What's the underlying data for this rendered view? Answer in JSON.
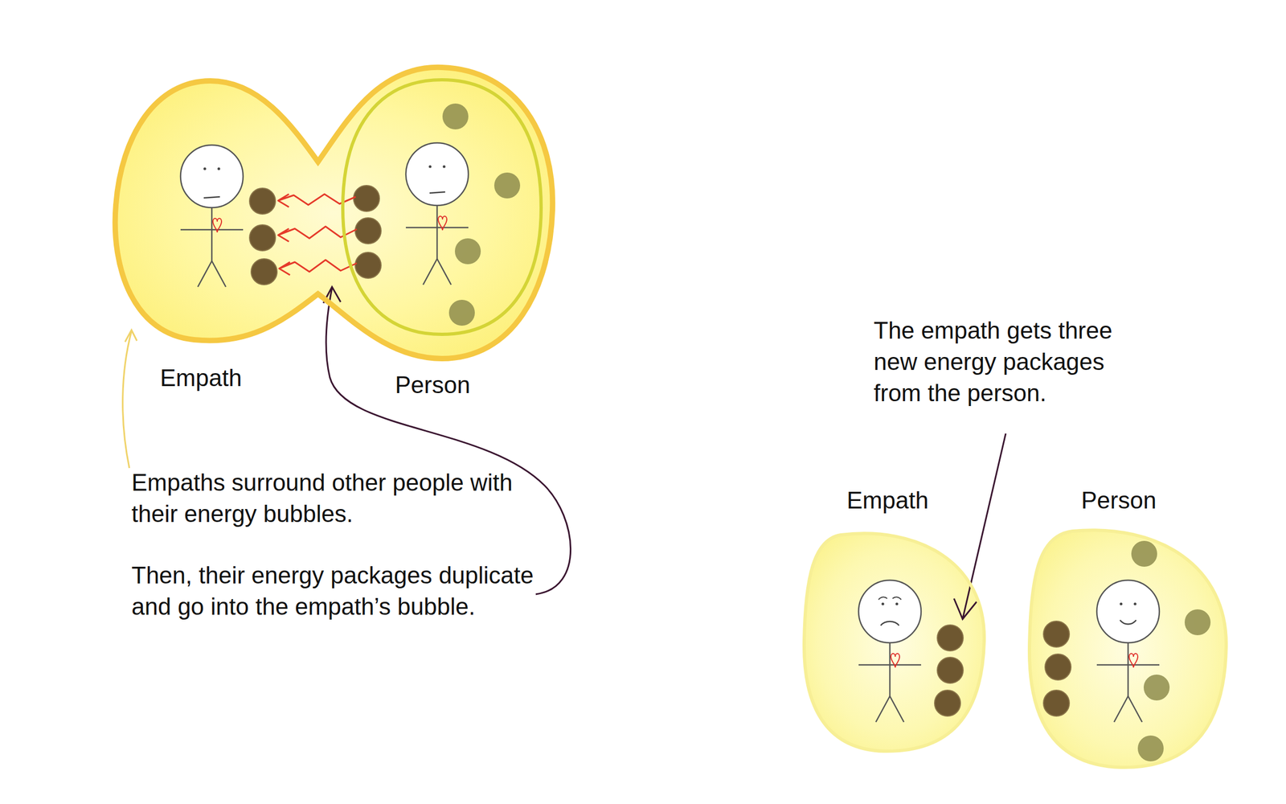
{
  "diagram": {
    "nodes": [
      {
        "text": [
          "Empath"
        ]
      },
      {
        "text": [
          "Person"
        ],
        "in": 0
      },
      {
        "text": [
          "Empath"
        ]
      },
      {
        "text": [
          "Person"
        ]
      }
    ],
    "labels": [
      "Empaths surround other people with their energy bubbles.",
      "Then, their energy packages duplicate and go into the empath’s bubble.",
      "The empath gets three new energy packages from the person."
    ]
  }
}
